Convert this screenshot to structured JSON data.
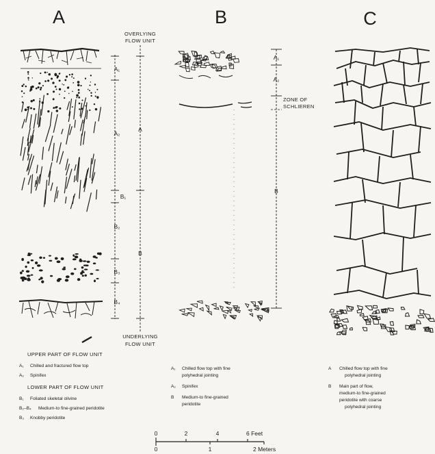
{
  "panels": {
    "a": {
      "title": "A"
    },
    "b": {
      "title": "B"
    },
    "c": {
      "title": "C"
    }
  },
  "column_a": {
    "top_label_1": "OVERLYING",
    "top_label_2": "FLOW UNIT",
    "bottom_label_1": "UNDERLYING",
    "bottom_label_2": "FLOW UNIT",
    "zone_main_upper": "A",
    "zone_main_lower": "B",
    "zones": [
      "A₁",
      "A₂",
      "B₁",
      "B₂",
      "B₃",
      "B₄"
    ]
  },
  "column_b": {
    "zones": [
      "A₁",
      "A₂",
      "B"
    ],
    "schlieren_1": "ZONE OF",
    "schlieren_2": "SCHLIEREN"
  },
  "legend_a": {
    "upper_heading": "UPPER PART OF FLOW UNIT",
    "a1_key": "A₁",
    "a1_text": "Chilled and fractured flow top",
    "a2_key": "A₂",
    "a2_text": "Spinifex",
    "lower_heading": "LOWER PART OF FLOW UNIT",
    "b1_key": "B₁",
    "b1_text": "Foliated skeletal olivine",
    "b2_key": "B₂–B₄",
    "b2_text": "Medium-to fine-grained peridotite",
    "b3_key": "B₃",
    "b3_text": "Knobby peridotite"
  },
  "legend_b": {
    "a1_key": "A₁",
    "a1_text_1": "Chilled flow top with fine",
    "a1_text_2": "polyhedral jointing",
    "a2_key": "A₂",
    "a2_text": "Spinifex",
    "b_key": "B",
    "b_text_1": "Medium-to fine-grained",
    "b_text_2": "peridotite"
  },
  "legend_c": {
    "a_key": "A",
    "a_text_1": "Chilled flow top with fine",
    "a_text_2": "polyhedral jointing",
    "b_key": "B",
    "b_text_1": "Main part of flow,",
    "b_text_2": "medium-to fine-grained",
    "b_text_3": "peridotite with coarse",
    "b_text_4": "polyhedral jointing"
  },
  "scale_bar": {
    "feet_ticks": [
      "0",
      "2",
      "4",
      "6 Feet"
    ],
    "meter_ticks": [
      "0",
      "1",
      "2 Meters"
    ]
  },
  "colors": {
    "ink": "#1e1e1e",
    "paper": "#f7f5f1"
  }
}
